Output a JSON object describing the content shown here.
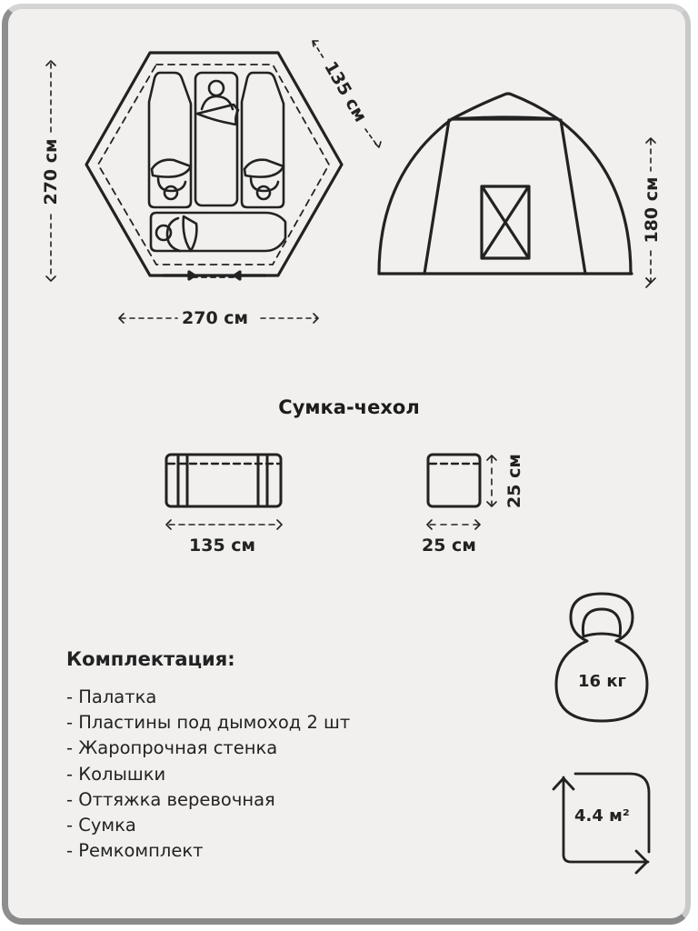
{
  "floor_plan": {
    "depth_label": "270 см",
    "width_label": "270 см",
    "side_label": "135 см",
    "icons": [
      "tent-floor-plan-icon",
      "sleeping-bag-icon"
    ]
  },
  "side_view": {
    "height_label": "180 см",
    "icons": [
      "tent-side-view-icon",
      "window-icon"
    ]
  },
  "bag": {
    "title": "Сумка-чехол",
    "length_label": "135 см",
    "width_label": "25 см",
    "height_label": "25 см"
  },
  "kit": {
    "title": "Комплектация:",
    "items": [
      "- Палатка",
      "- Пластины под дымоход 2 шт",
      "- Жаропрочная стенка",
      "- Колышки",
      "- Оттяжка веревочная",
      "- Сумка",
      "- Ремкомплект"
    ]
  },
  "specs": {
    "weight": "16 кг",
    "area": "4.4 м²"
  },
  "colors": {
    "background": "#f1f0ee",
    "stroke": "#222222"
  }
}
